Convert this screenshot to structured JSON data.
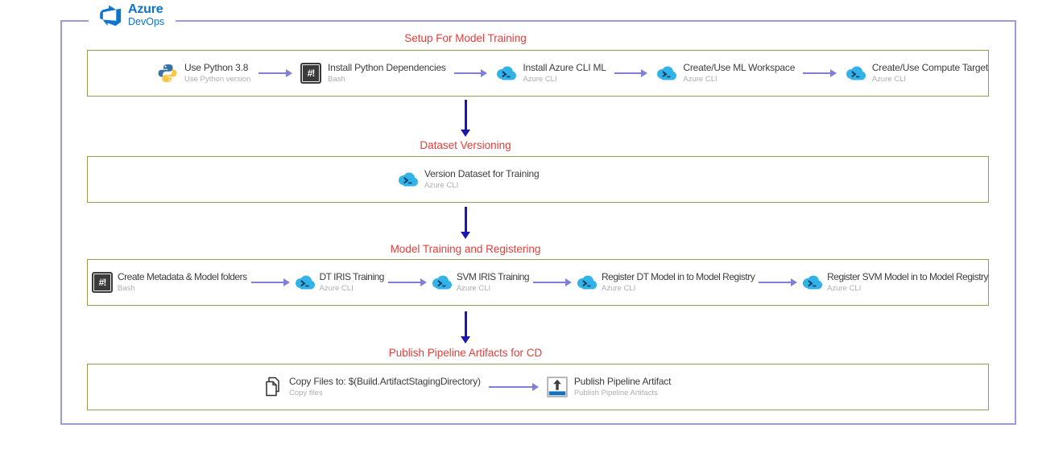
{
  "logo": {
    "brand": "Azure",
    "product": "DevOps",
    "icon": "azure-devops-logo-icon"
  },
  "colors": {
    "section_title_red": "#e33e3a",
    "section_border_olive": "#99994f",
    "outer_border_purple": "#9b9bd7",
    "task_arrow_purple": "#7f7fd8",
    "stage_arrow_blue": "#1a17b5",
    "logo_blue": "#0b72cf",
    "azure_cli_cloud_blue": "#31b2e9"
  },
  "icons": {
    "bash_glyph": "#!"
  },
  "sections": [
    {
      "title": "Setup For Model Training",
      "tasks": [
        {
          "icon": "python-icon",
          "title": "Use Python 3.8",
          "subtitle": "Use Python version"
        },
        {
          "icon": "bash-icon",
          "title": "Install Python Dependencies",
          "subtitle": "Bash"
        },
        {
          "icon": "azure-cli-icon",
          "title": "Install Azure CLI ML",
          "subtitle": "Azure CLI"
        },
        {
          "icon": "azure-cli-icon",
          "title": "Create/Use ML Workspace",
          "subtitle": "Azure CLI"
        },
        {
          "icon": "azure-cli-icon",
          "title": "Create/Use Compute Target",
          "subtitle": "Azure CLI"
        }
      ]
    },
    {
      "title": "Dataset Versioning",
      "tasks": [
        {
          "icon": "azure-cli-icon",
          "title": "Version Dataset for Training",
          "subtitle": "Azure CLI"
        }
      ]
    },
    {
      "title": "Model Training and Registering",
      "tasks": [
        {
          "icon": "bash-icon",
          "title": "Create Metadata & Model folders",
          "subtitle": "Bash"
        },
        {
          "icon": "azure-cli-icon",
          "title": "DT IRIS Training",
          "subtitle": "Azure CLI"
        },
        {
          "icon": "azure-cli-icon",
          "title": "SVM IRIS Training",
          "subtitle": "Azure CLI"
        },
        {
          "icon": "azure-cli-icon",
          "title": "Register DT Model in to Model Registry",
          "subtitle": "Azure CLI"
        },
        {
          "icon": "azure-cli-icon",
          "title": "Register SVM Model in to Model Registry",
          "subtitle": "Azure CLI"
        }
      ]
    },
    {
      "title": "Publish Pipeline Artifacts for CD",
      "tasks": [
        {
          "icon": "copy-files-icon",
          "title": "Copy Files to: $(Build.ArtifactStagingDirectory)",
          "subtitle": "Copy files"
        },
        {
          "icon": "publish-artifact-icon",
          "title": "Publish Pipeline Artifact",
          "subtitle": "Publish Pipeline Artifacts"
        }
      ]
    }
  ]
}
